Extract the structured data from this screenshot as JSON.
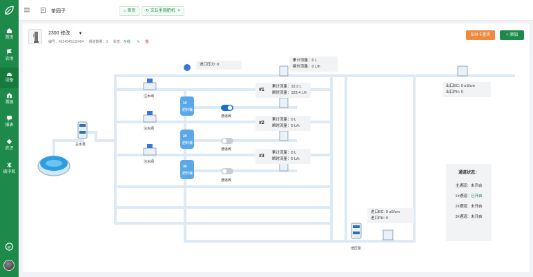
{
  "sidebar": {
    "items": [
      {
        "label": "首页",
        "icon": "home-icon"
      },
      {
        "label": "农场",
        "icon": "flag-icon"
      },
      {
        "label": "设备",
        "icon": "device-icon"
      },
      {
        "label": "溯源",
        "icon": "trace-icon"
      },
      {
        "label": "报表",
        "icon": "report-icon"
      },
      {
        "label": "农识",
        "icon": "knowledge-icon"
      },
      {
        "label": "碳中和",
        "icon": "carbon-icon"
      }
    ]
  },
  "topbar": {
    "farm_name": "茶园子",
    "tabs": [
      {
        "label": "首页",
        "closable": false
      },
      {
        "label": "文丘里施肥机",
        "closable": true
      }
    ]
  },
  "device": {
    "name": "2300 修改",
    "meta_serial": "编号：4324545132454",
    "meta_channels": "通道数量：3",
    "meta_status_label": "状态：",
    "meta_status_value": "在线"
  },
  "actions": {
    "sim_label": "SIM卡查询",
    "add_label": "添加"
  },
  "diagram": {
    "inlet_pressure": "进口压力: 0",
    "main_flow_total": "累计流量：0 L",
    "main_flow_instant": "瞬时流量：0 L/h",
    "outlet_ec": "出口EC: 0 uS/cm",
    "outlet_ph": "出口PH: 0",
    "inlet_ec": "进口EC: 0 uS/cm",
    "inlet_ph": "进口PH: 0",
    "main_pump_label": "主水泵",
    "booster_pump_label": "增压泵",
    "inject_valve_label": "注水阀",
    "channel_valve_label": "通道阀",
    "channels": [
      {
        "num": "#1",
        "tank": "1#",
        "tank_sub": "肥料桶",
        "total": "累计流量：12.3 L",
        "instant": "瞬时流量：123.4 L/h",
        "valve_on": true
      },
      {
        "num": "#2",
        "tank": "2#",
        "tank_sub": "肥料桶",
        "total": "累计流量：0 L",
        "instant": "瞬时流量：0 L/h",
        "valve_on": false
      },
      {
        "num": "#3",
        "tank": "3#",
        "tank_sub": "肥料桶",
        "total": "累计流量：0 L",
        "instant": "瞬时流量：0 L/h",
        "valve_on": false
      }
    ]
  },
  "status_panel": {
    "title": "通道状态：",
    "main": "主通道：未开启",
    "ch1_label": "1#通道：",
    "ch1_value": "已开启",
    "ch2": "2#通道：未开启",
    "ch3": "3#通道：未开启"
  },
  "colors": {
    "brand": "#1e8a4a",
    "accent_orange": "#f0883e",
    "pipe": "#dce9f7",
    "water": "#2f9ee0"
  }
}
